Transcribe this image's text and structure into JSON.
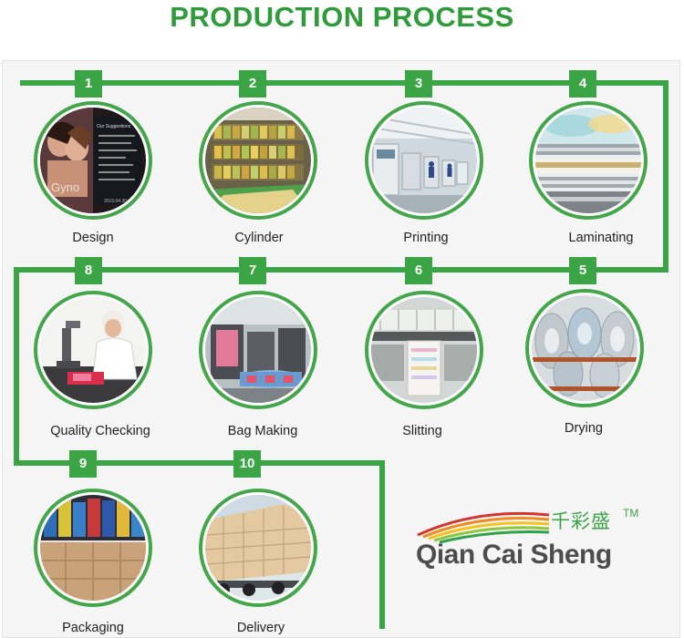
{
  "page": {
    "title": "PRODUCTION PROCESS",
    "accent_color": "#3ba445"
  },
  "steps": [
    {
      "number": "1",
      "label": "Design",
      "image": "design-artwork-image"
    },
    {
      "number": "2",
      "label": "Cylinder",
      "image": "cylinder-storage-image"
    },
    {
      "number": "3",
      "label": "Printing",
      "image": "printing-workshop-image"
    },
    {
      "number": "4",
      "label": "Laminating",
      "image": "laminating-rollers-image"
    },
    {
      "number": "5",
      "label": "Drying",
      "image": "drying-rolls-image"
    },
    {
      "number": "6",
      "label": "Slitting",
      "image": "slitting-machine-image"
    },
    {
      "number": "7",
      "label": "Bag Making",
      "image": "bag-making-machine-image"
    },
    {
      "number": "8",
      "label": "Quality Checking",
      "image": "quality-inspection-image"
    },
    {
      "number": "9",
      "label": "Packaging",
      "image": "packaging-cartons-image"
    },
    {
      "number": "10",
      "label": "Delivery",
      "image": "delivery-truck-image"
    }
  ],
  "design_art_text": {
    "heading": "Our Suggestions",
    "brand": "Gyno",
    "date": "2015.04.30"
  },
  "logo": {
    "chinese": "千彩盛",
    "trademark": "TM",
    "brand": "Qian Cai Sheng"
  }
}
